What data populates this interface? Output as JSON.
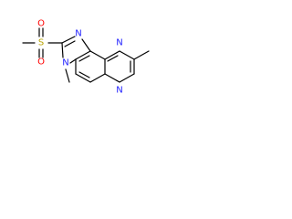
{
  "molecule": {
    "atoms": {
      "n_pyrazine_top": {
        "symbol": "N",
        "color": "#2121ff"
      },
      "n_pyrazine_bottom": {
        "symbol": "N",
        "color": "#2121ff"
      },
      "n_imidazole_top": {
        "symbol": "N",
        "color": "#2121ff"
      },
      "n_imidazole_methyl": {
        "symbol": "N",
        "color": "#2121ff"
      },
      "sulfur": {
        "symbol": "S",
        "color": "#b8a300"
      },
      "oxygen_top": {
        "symbol": "O",
        "color": "#ff0000"
      },
      "oxygen_bottom": {
        "symbol": "O",
        "color": "#ff0000"
      }
    },
    "bond_color": "#000000"
  }
}
